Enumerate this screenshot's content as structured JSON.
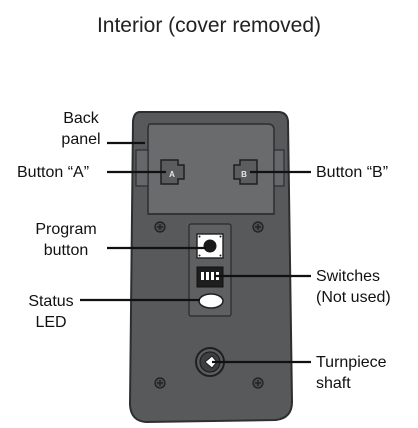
{
  "title": "Interior (cover removed)",
  "device": {
    "button_a_letter": "A",
    "button_b_letter": "B"
  },
  "labels": {
    "back_panel": [
      "Back",
      "panel"
    ],
    "button_a": "Button “A”",
    "button_b": "Button “B”",
    "program_button": [
      "Program",
      "button"
    ],
    "switches": [
      "Switches",
      "(Not used)"
    ],
    "status_led": [
      "Status",
      "LED"
    ],
    "turnpiece_shaft": [
      "Turnpiece",
      "shaft"
    ]
  },
  "colors": {
    "body": "#58595b",
    "panel": "#6d6e70",
    "leader": "#111111"
  }
}
